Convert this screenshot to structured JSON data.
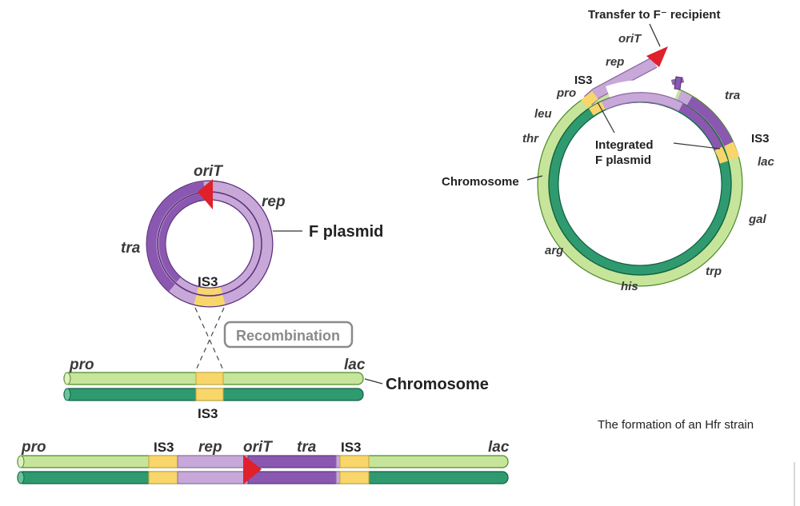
{
  "colors": {
    "chrom_light": "#c6e59a",
    "chrom_light_edge": "#4f8a2a",
    "chrom_dark": "#2f9a70",
    "chrom_dark_edge": "#136244",
    "plasmid_light": "#c7a8d8",
    "plasmid_dark": "#8a58b0",
    "plasmid_edge": "#5a2f7a",
    "is3": "#f8d66a",
    "is3_edge": "#c9a437",
    "oriT_arrow": "#e0202a",
    "recomb_box": "#8a8a8a"
  },
  "plasmid": {
    "title": "F plasmid",
    "oriT": "oriT",
    "rep": "rep",
    "tra": "tra",
    "is3": "IS3"
  },
  "recombination": {
    "label": "Recombination"
  },
  "chromosome": {
    "label": "Chromosome",
    "left_gene": "pro",
    "right_gene": "lac",
    "is3": "IS3"
  },
  "integrated": {
    "labels": [
      "pro",
      "IS3",
      "rep",
      "oriT",
      "tra",
      "IS3",
      "lac"
    ]
  },
  "hfr": {
    "transfer": "Transfer to F⁻ recipient",
    "oriT": "oriT",
    "rep": "rep",
    "is3_top": "IS3",
    "pro": "pro",
    "leu": "leu",
    "thr": "thr",
    "chromosome": "Chromosome",
    "arg": "arg",
    "his": "his",
    "trp": "trp",
    "gal": "gal",
    "lac": "lac",
    "is3_right": "IS3",
    "tra": "tra",
    "integrated_line1": "Integrated",
    "integrated_line2": "F plasmid"
  },
  "caption": "The formation of an Hfr strain"
}
